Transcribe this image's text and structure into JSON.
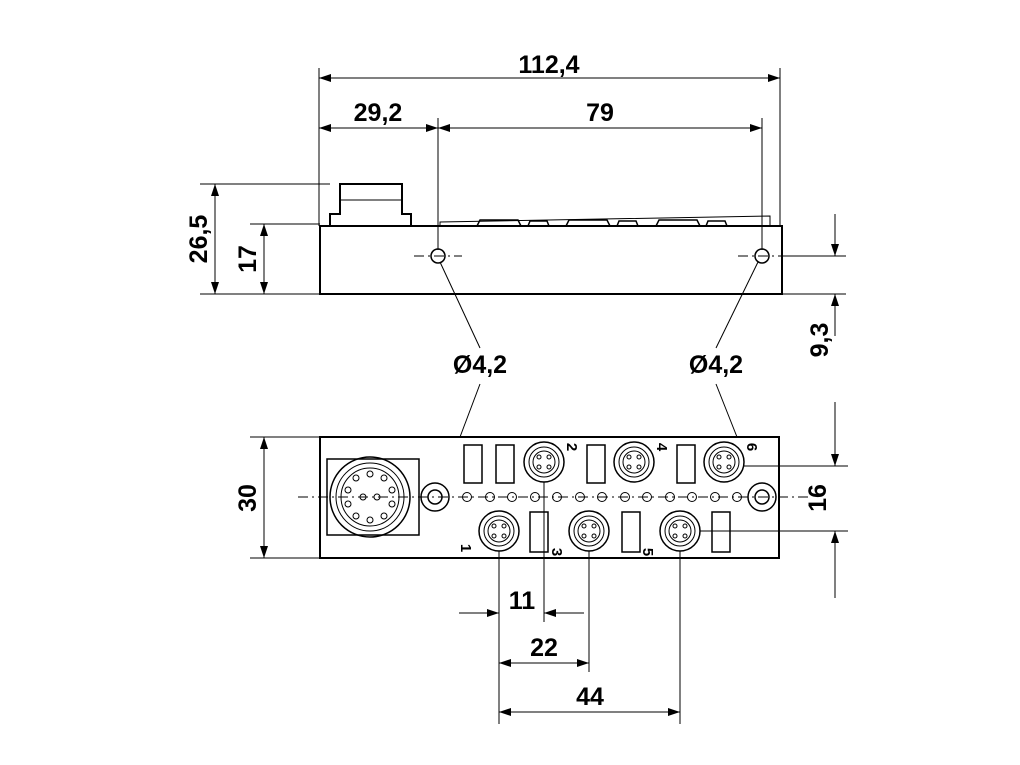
{
  "dimensions": {
    "overall_length": "112,4",
    "connector_offset": "29,2",
    "hole_spacing": "79",
    "overall_height": "26,5",
    "body_height": "17",
    "hole_height": "9,3",
    "hole_diameter_left": "Ø4,2",
    "hole_diameter_right": "Ø4,2",
    "body_width": "30",
    "port_row_spacing": "16",
    "pitch_11": "11",
    "pitch_22": "22",
    "pitch_44": "44"
  },
  "ports": {
    "p1": "1",
    "p2": "2",
    "p3": "3",
    "p4": "4",
    "p5": "5",
    "p6": "6"
  }
}
